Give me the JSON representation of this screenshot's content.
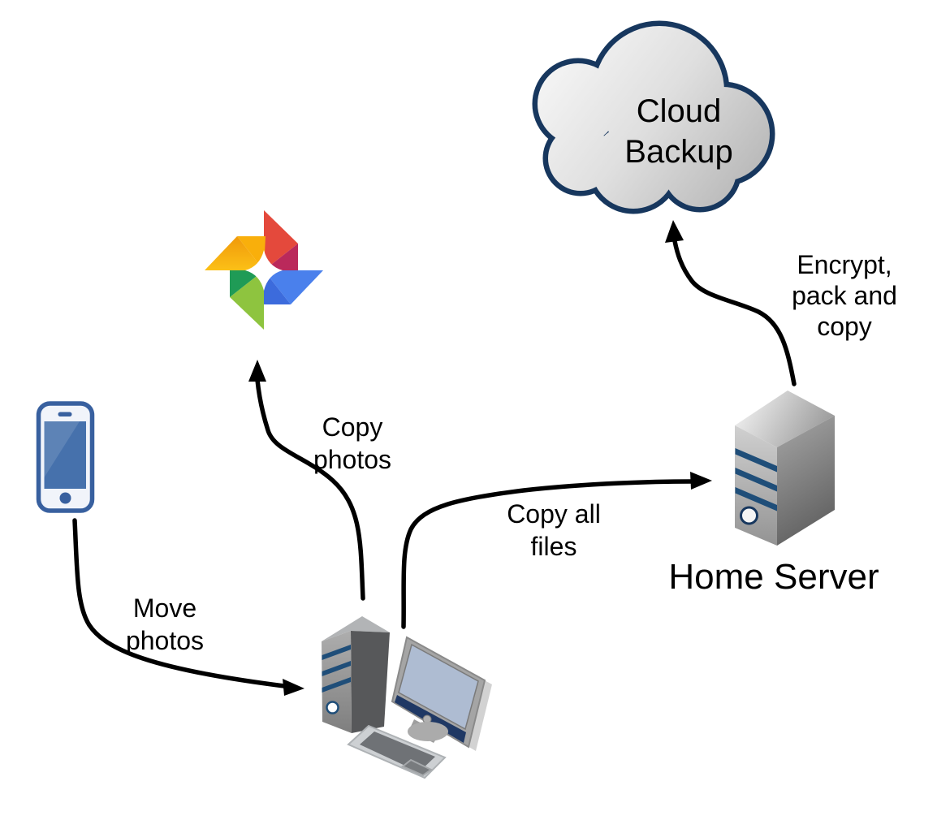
{
  "nodes": {
    "cloud_backup": {
      "line1": "Cloud",
      "line2": "Backup"
    },
    "home_server": {
      "label": "Home Server"
    }
  },
  "edges": {
    "move_photos": {
      "line1": "Move",
      "line2": "photos"
    },
    "copy_photos": {
      "line1": "Copy",
      "line2": "photos"
    },
    "copy_all_files": {
      "line1": "Copy all",
      "line2": "files"
    },
    "encrypt_pack_copy": {
      "line1": "Encrypt,",
      "line2": "pack and",
      "line3": "copy"
    }
  },
  "icons": {
    "smartphone": "smartphone-icon",
    "desktop_computer": "desktop-computer-icon",
    "google_photos": "google-photos-icon",
    "server": "server-tower-icon",
    "cloud": "cloud-shape"
  },
  "colors": {
    "background": "#FFFFFF",
    "arrow": "#000000",
    "text": "#000000",
    "cloud_outline": "#17375E",
    "stripe_navy": "#1F4E79",
    "monitor_bar_navy": "#1F3864",
    "phone_border": "#38609F",
    "phone_screen": "#4671AC",
    "monitor_screen": "#AEBCD2",
    "gp_red": "#E4493C",
    "gp_crimson": "#BA295B",
    "gp_blue": "#4A80EC",
    "gp_blue_dark": "#3C6BDC",
    "gp_green_dark": "#1F9B56",
    "gp_green_light": "#8EC43F",
    "gp_yellow": "#F9AF0B"
  }
}
